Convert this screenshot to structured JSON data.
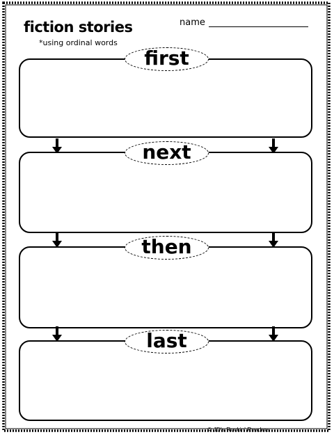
{
  "worksheet": {
    "title": "fiction stories",
    "subtitle": "*using ordinal words",
    "name_label": "name",
    "sections": [
      {
        "label": "first"
      },
      {
        "label": "next"
      },
      {
        "label": "then"
      },
      {
        "label": "last"
      }
    ],
    "copyright": "© JD's Rockin' Readers"
  }
}
